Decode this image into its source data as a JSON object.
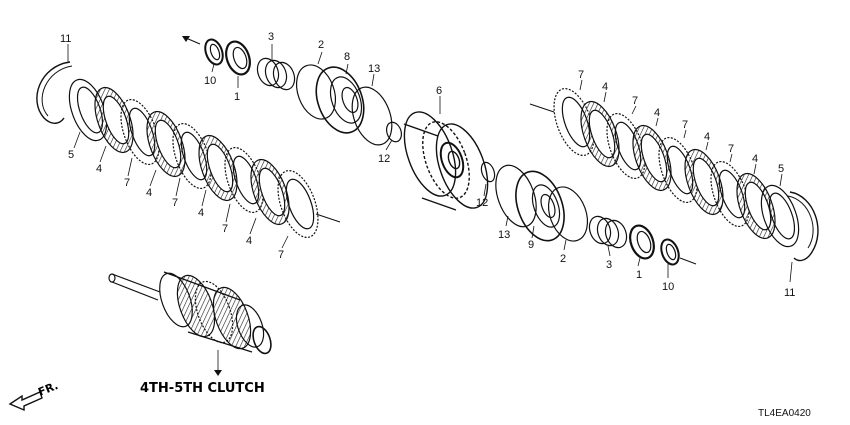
{
  "diagram": {
    "assembly_title": "4TH-5TH CLUTCH",
    "drawing_code": "TL4EA0420",
    "direction_label": "FR.",
    "callouts": [
      {
        "id": "c-11-left",
        "text": "11"
      },
      {
        "id": "c-5-left",
        "text": "5"
      },
      {
        "id": "c-4-a",
        "text": "4"
      },
      {
        "id": "c-7-a",
        "text": "7"
      },
      {
        "id": "c-4-b",
        "text": "4"
      },
      {
        "id": "c-7-b",
        "text": "7"
      },
      {
        "id": "c-4-c",
        "text": "4"
      },
      {
        "id": "c-7-c",
        "text": "7"
      },
      {
        "id": "c-4-d",
        "text": "4"
      },
      {
        "id": "c-7-d",
        "text": "7"
      },
      {
        "id": "c-10-top",
        "text": "10"
      },
      {
        "id": "c-1-top",
        "text": "1"
      },
      {
        "id": "c-3-top",
        "text": "3"
      },
      {
        "id": "c-2-top",
        "text": "2"
      },
      {
        "id": "c-8",
        "text": "8"
      },
      {
        "id": "c-13-top",
        "text": "13"
      },
      {
        "id": "c-12-top",
        "text": "12"
      },
      {
        "id": "c-6",
        "text": "6"
      },
      {
        "id": "c-12-bot",
        "text": "12"
      },
      {
        "id": "c-13-bot",
        "text": "13"
      },
      {
        "id": "c-9",
        "text": "9"
      },
      {
        "id": "c-2-bot",
        "text": "2"
      },
      {
        "id": "c-3-bot",
        "text": "3"
      },
      {
        "id": "c-1-bot",
        "text": "1"
      },
      {
        "id": "c-10-bot",
        "text": "10"
      },
      {
        "id": "c-7-e",
        "text": "7"
      },
      {
        "id": "c-4-e",
        "text": "4"
      },
      {
        "id": "c-7-f",
        "text": "7"
      },
      {
        "id": "c-4-f",
        "text": "4"
      },
      {
        "id": "c-7-g",
        "text": "7"
      },
      {
        "id": "c-4-g",
        "text": "4"
      },
      {
        "id": "c-7-h",
        "text": "7"
      },
      {
        "id": "c-4-h",
        "text": "4"
      },
      {
        "id": "c-5-right",
        "text": "5"
      },
      {
        "id": "c-11-right",
        "text": "11"
      }
    ]
  }
}
